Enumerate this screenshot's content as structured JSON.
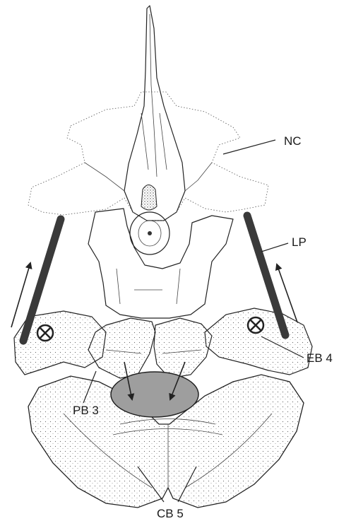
{
  "labels": {
    "nc": "NC",
    "lp": "LP",
    "eb4": "EB 4",
    "pb3": "PB 3",
    "cb5": "CB 5"
  },
  "colors": {
    "muscle_bar": "#3a3a3a",
    "pharyngeal_pad": "#9e9e9e",
    "line": "#222222"
  },
  "icons": {
    "joint_left": "x-circle-icon",
    "joint_right": "x-circle-icon"
  }
}
